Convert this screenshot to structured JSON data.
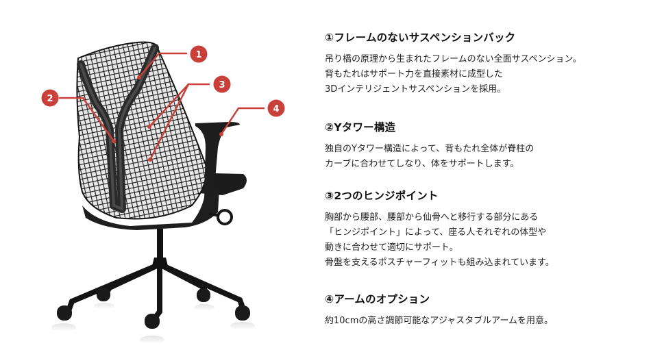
{
  "figure": {
    "subject": "office-chair-rear-view",
    "accent_color": "#c9403a",
    "markers": [
      {
        "id": "1",
        "label": "1"
      },
      {
        "id": "2",
        "label": "2"
      },
      {
        "id": "3",
        "label": "3"
      },
      {
        "id": "4",
        "label": "4"
      }
    ]
  },
  "features": [
    {
      "title": "①フレームのないサスペンションバック",
      "lines": [
        "吊り橋の原理から生まれたフレームのない全面サスペンション。",
        "背もたれはサポート力を直接素材に成型した",
        "3Dインテリジェントサスペンションを採用。"
      ]
    },
    {
      "title": "②Yタワー構造",
      "lines": [
        "独自のYタワー構造によって、背もたれ全体が脊柱の",
        "カーブに合わせてしなり、体をサポートします。"
      ]
    },
    {
      "title": "③2つのヒンジポイント",
      "lines": [
        "胸部から腰部、腰部から仙骨へと移行する部分にある",
        "「ヒンジポイント」によって、座る人それぞれの体型や",
        "動きに合わせて適切にサポート。",
        "骨盤を支えるポスチャーフィットも組み込まれています。"
      ]
    },
    {
      "title": "④アームのオプション",
      "lines": [
        "約10cmの高さ調節可能なアジャスタブルアームを用意。"
      ]
    }
  ]
}
